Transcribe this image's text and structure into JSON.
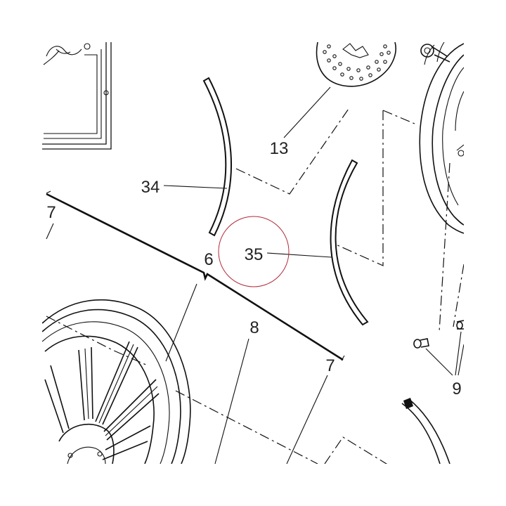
{
  "diagram": {
    "callouts": {
      "c13": "13",
      "c34": "34",
      "c35": "35",
      "c6": "6",
      "c7a": "7",
      "c7b": "7",
      "c8": "8",
      "c9": "9"
    },
    "highlight_color": "#b02a3a",
    "line_color": "#111111"
  }
}
